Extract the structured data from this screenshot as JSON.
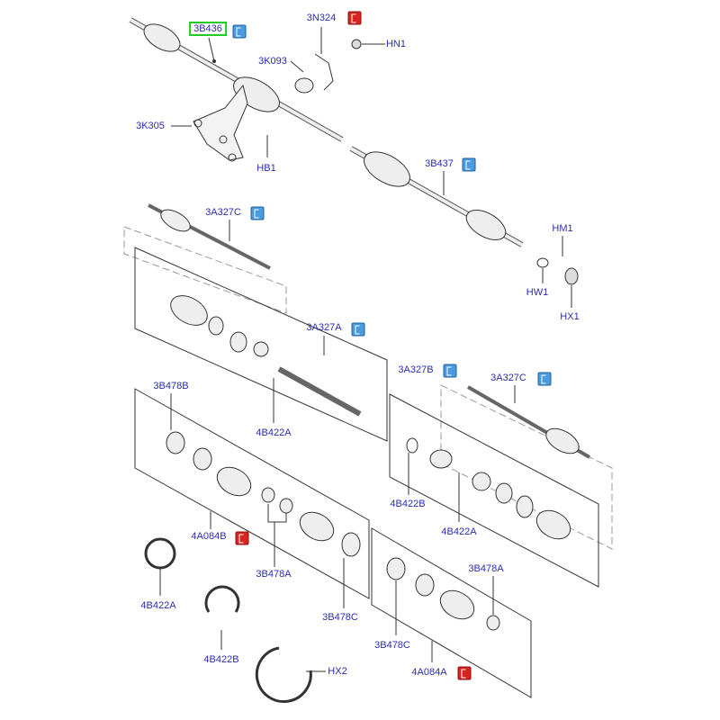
{
  "diagram": {
    "selected_part": "3B436",
    "colors": {
      "label": "#2b2bb0",
      "selected_border": "#22cc22",
      "info_icon_blue": "#4a9be0",
      "info_icon_red": "#d8231f"
    },
    "labels": {
      "l1": "3B436",
      "l2": "3N324",
      "l3": "HN1",
      "l4": "3K093",
      "l5": "3K305",
      "l6": "HB1",
      "l7": "3B437",
      "l8": "3A327C",
      "l9": "HM1",
      "l10": "HW1",
      "l11": "HX1",
      "l12": "3A327A",
      "l13": "3A327B",
      "l14": "3A327C",
      "l15": "3B478B",
      "l16": "4B422A",
      "l17": "4B422B",
      "l18": "4B422A",
      "l19": "4A084B",
      "l20": "3B478A",
      "l21": "3B478A",
      "l22": "4B422A",
      "l23": "3B478C",
      "l24": "3B478C",
      "l25": "4B422B",
      "l26": "HX2",
      "l27": "4A084A"
    },
    "icons": {
      "blue": "info-note-icon",
      "red": "restricted-note-icon"
    }
  }
}
